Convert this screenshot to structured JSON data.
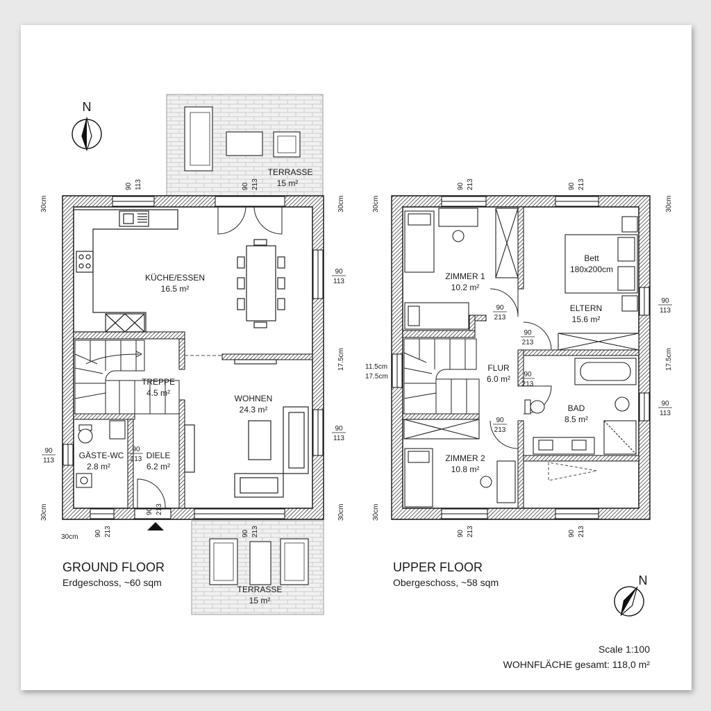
{
  "ground_floor": {
    "title": "GROUND FLOOR",
    "subtitle": "Erdgeschoss, ~60 sqm",
    "rooms": [
      {
        "name": "KÜCHE/ESSEN",
        "area": "16.5 m²"
      },
      {
        "name": "WOHNEN",
        "area": "24.3 m²"
      },
      {
        "name": "TREPPE",
        "area": "4.5 m²"
      },
      {
        "name": "GÄSTE-WC",
        "area": "2.8 m²"
      },
      {
        "name": "DIELE",
        "area": "6.2 m²"
      }
    ],
    "terrace_top": {
      "name": "TERRASSE",
      "area": "15 m²"
    },
    "terrace_bottom": {
      "name": "TERRASSE",
      "area": "15 m²"
    },
    "wall_thickness_label": "30cm",
    "inner_wall_label": "17.5cm"
  },
  "upper_floor": {
    "title": "UPPER FLOOR",
    "subtitle": "Obergeschoss, ~58 sqm",
    "rooms": [
      {
        "name": "ZIMMER 1",
        "area": "10.2 m²"
      },
      {
        "name": "ELTERN",
        "area": "15.6 m²"
      },
      {
        "name": "FLUR",
        "area": "6.0 m²"
      },
      {
        "name": "BAD",
        "area": "8.5 m²"
      },
      {
        "name": "ZIMMER 2",
        "area": "10.8 m²"
      }
    ],
    "bed_label": "Bett",
    "bed_size": "180x200cm",
    "wall_thickness_label": "30cm",
    "inner_wall_label": "17.5cm",
    "wall_dim_a": "11.5cm",
    "wall_dim_b": "17.5cm"
  },
  "openings": {
    "window_w": "90",
    "window_h_small": "113",
    "door_h": "213"
  },
  "north_label": "N",
  "scale": "Scale 1:100",
  "total_area": "WOHNFLÄCHE gesamt: 118,0 m²"
}
